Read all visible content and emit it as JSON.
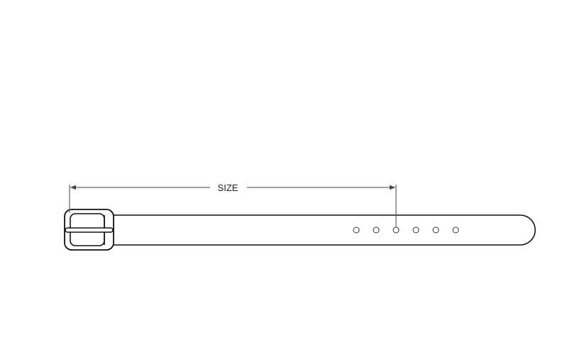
{
  "diagram": {
    "dimension_label": "SIZE",
    "hole_count": 6,
    "measured_hole_index": 2,
    "line_color": "#111111",
    "dimension_color": "#444444"
  }
}
